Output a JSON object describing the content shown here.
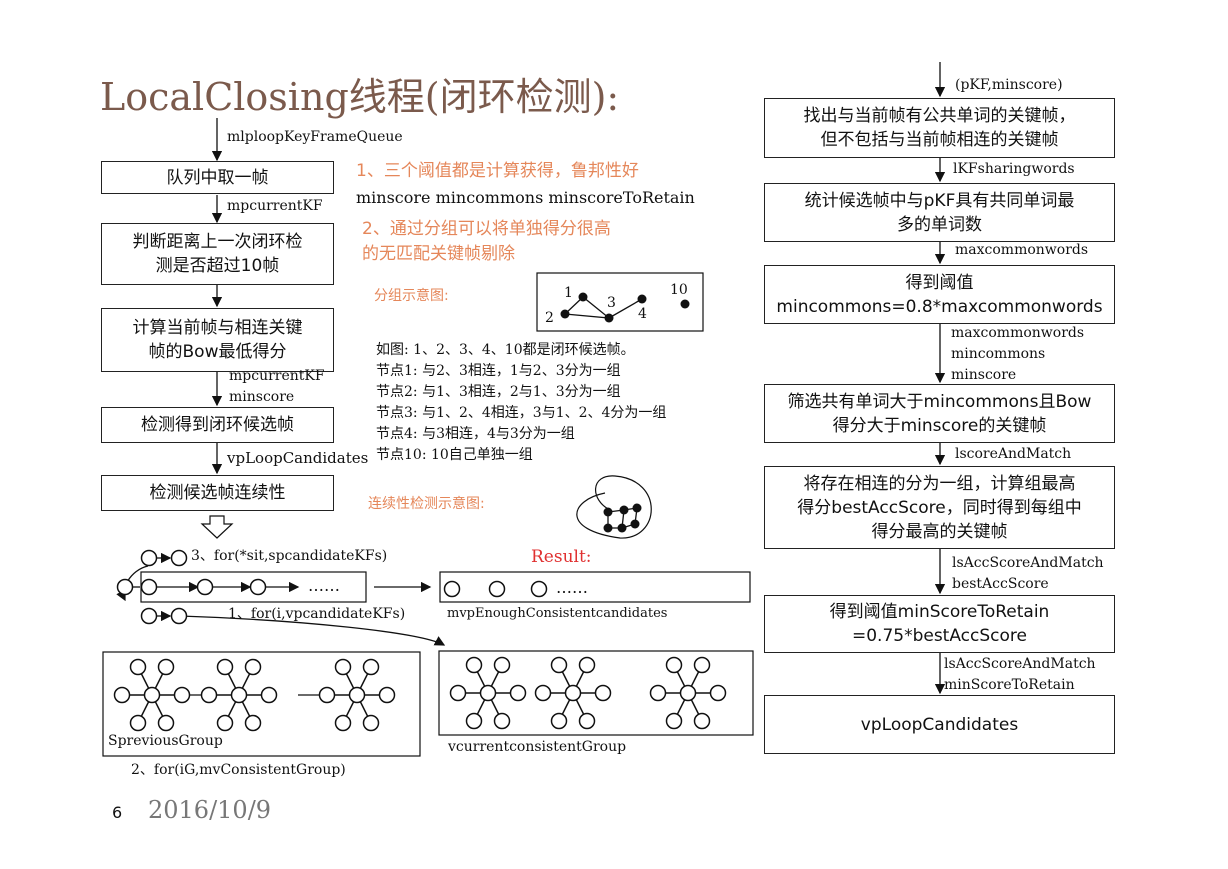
{
  "title": "LocalClosing线程(闭环检测):",
  "footer": {
    "page": "6",
    "date": "2016/10/9"
  },
  "left": {
    "labels": {
      "queue": "mlploopKeyFrameQueue",
      "current1": "mpcurrentKF",
      "current2": "mpcurrentKF\nminscore",
      "vp": "vpLoopCandidates",
      "for3": "3、for(*sit,spcandidateKFs)",
      "for1": "1、for(i,vpcandidateKFs)",
      "for2": "2、for(iG,mvConsistentGroup)",
      "sprev": "SpreviousGroup",
      "vcur": "vcurrentconsistentGroup",
      "mvp": "mvpEnoughConsistentcandidates",
      "result": "Result:",
      "dots": "……"
    },
    "boxes": {
      "b1": "队列中取一帧",
      "b2": "判断距离上一次闭环检\n测是否超过10帧",
      "b3": "计算当前帧与相连关键\n帧的Bow最低得分",
      "b4": "检测得到闭环候选帧",
      "b5": "检测候选帧连续性"
    }
  },
  "notes": {
    "n1": "1、三个阈值都是计算获得，鲁邦性好",
    "n1b": "minscore mincommons minscoreToRetain",
    "n2a": "2、通过分组可以将单独得分很高",
    "n2b": "的无匹配关键帧剔除",
    "group_title": "分组示意图:",
    "group_nodes": [
      "1",
      "2",
      "3",
      "4",
      "10"
    ],
    "lines": [
      "如图: 1、2、3、4、10都是闭环候选帧。",
      "节点1: 与2、3相连，1与2、3分为一组",
      "节点2: 与1、3相连，2与1、3分为一组",
      "节点3: 与1、2、4相连，3与1、2、4分为一组",
      "节点4: 与3相连，4与3分为一组",
      "节点10: 10自己单独一组"
    ],
    "continuity_title": "连续性检测示意图:"
  },
  "right": {
    "labels": {
      "l0": "(pKF,minscore)",
      "l1": "lKFsharingwords",
      "l2": "maxcommonwords",
      "l3": "maxcommonwords\nmincommons\nminscore",
      "l4": "lscoreAndMatch",
      "l5": "lsAccScoreAndMatch\nbestAccScore",
      "l6": "lsAccScoreAndMatch\nminScoreToRetain"
    },
    "boxes": {
      "r1": "找出与当前帧有公共单词的关键帧，\n但不包括与当前帧相连的关键帧",
      "r2": "统计候选帧中与pKF具有共同单词最\n多的单词数",
      "r3": "得到阈值\nmincommons=0.8*maxcommonwords",
      "r4": "筛选共有单词大于mincommons且Bow\n得分大于minscore的关键帧",
      "r5": "将存在相连的分为一组，计算组最高\n得分bestAccScore，同时得到每组中\n得分最高的关键帧",
      "r6": "得到阈值minScoreToRetain\n=0.75*bestAccScore",
      "r7": "vpLoopCandidates"
    }
  }
}
